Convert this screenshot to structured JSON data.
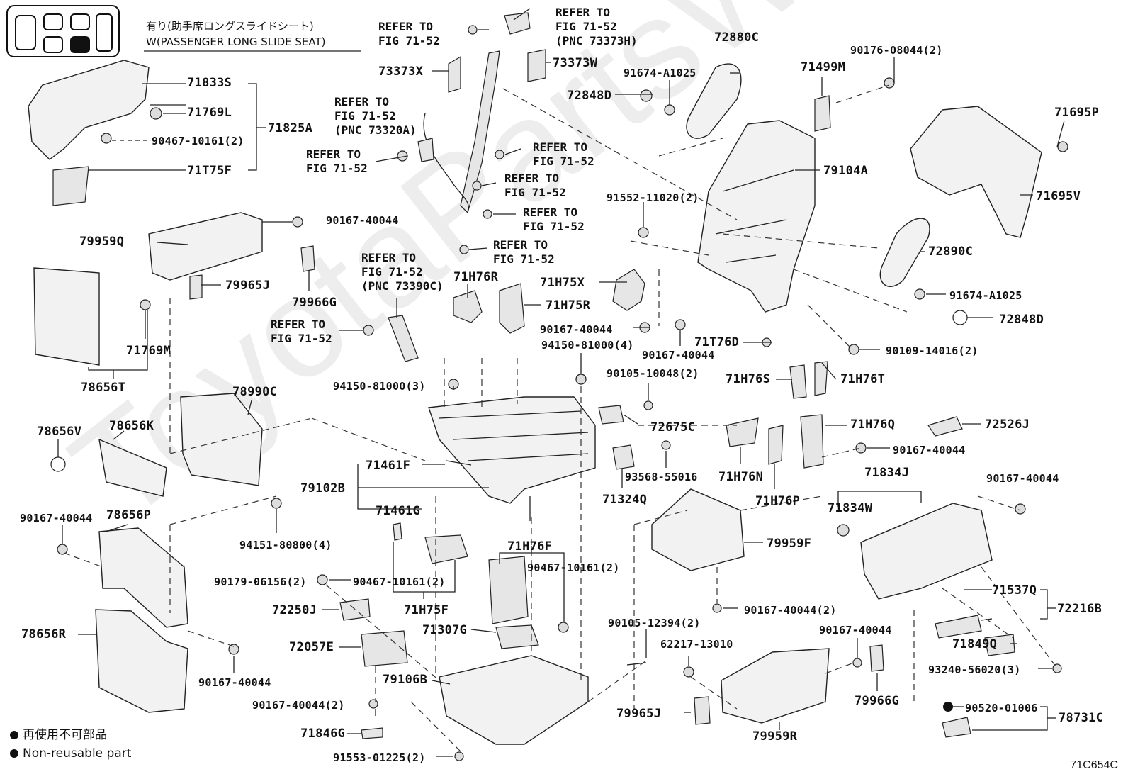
{
  "header": {
    "japanese": "有り(助手席ロングスライドシート)",
    "english": "W(PASSENGER LONG SLIDE SEAT)"
  },
  "refs": {
    "r1": [
      "REFER TO",
      "FIG 71-52"
    ],
    "r2": [
      "REFER TO",
      "FIG 71-52",
      "(PNC 73373H)"
    ],
    "r3": [
      "REFER TO",
      "FIG 71-52",
      "(PNC 73320A)"
    ],
    "r4": [
      "REFER TO",
      "FIG 71-52"
    ],
    "r5": [
      "REFER TO",
      "FIG 71-52"
    ],
    "r6": [
      "REFER TO",
      "FIG 71-52"
    ],
    "r7": [
      "REFER TO",
      "FIG 71-52"
    ],
    "r8": [
      "REFER TO",
      "FIG 71-52"
    ],
    "r9": [
      "REFER TO",
      "FIG 71-52",
      "(PNC 73390C)"
    ],
    "r10": [
      "REFER TO",
      "FIG 71-52"
    ]
  },
  "parts": {
    "p71833S": "71833S",
    "p71769L": "71769L",
    "p71825A": "71825A",
    "p90467a": "90467-10161(2)",
    "p71T75F": "71T75F",
    "p73373X": "73373X",
    "p73373W": "73373W",
    "p72880C": "72880C",
    "p91674a": "91674-A1025",
    "p72848Da": "72848D",
    "p71499M": "71499M",
    "p90176": "90176-08044(2)",
    "p71695P": "71695P",
    "p79104A": "79104A",
    "p71695V": "71695V",
    "p91552": "91552-11020(2)",
    "p90167a": "90167-40044",
    "p79959Q": "79959Q",
    "p79965Ja": "79965J",
    "p79966Ga": "79966G",
    "p72890C": "72890C",
    "p71H76R": "71H76R",
    "p71H75X": "71H75X",
    "p71H75R": "71H75R",
    "p91674b": "91674-A1025",
    "p72848Db": "72848D",
    "p71769M": "71769M",
    "p90167b": "90167-40044",
    "p90167c": "90167-40044",
    "p94150a": "94150-81000(4)",
    "p71T76D": "71T76D",
    "p90109": "90109-14016(2)",
    "p78656T": "78656T",
    "p90105a": "90105-10048(2)",
    "p71H76S": "71H76S",
    "p71H76T": "71H76T",
    "p94150b": "94150-81000(3)",
    "p78990C": "78990C",
    "p78656V": "78656V",
    "p78656K": "78656K",
    "p72675C": "72675C",
    "p71H76Q": "71H76Q",
    "p72526J": "72526J",
    "p90167d": "90167-40044",
    "p71461F": "71461F",
    "p93568": "93568-55016",
    "p71H76N": "71H76N",
    "p71834J": "71834J",
    "p90167e": "90167-40044",
    "p79102B": "79102B",
    "p71324Q": "71324Q",
    "p71H76P": "71H76P",
    "p71834W": "71834W",
    "p71461G": "71461G",
    "p90167f": "90167-40044",
    "p78656P": "78656P",
    "p94151": "94151-80800(4)",
    "p71H76F": "71H76F",
    "p79959F": "79959F",
    "p90179": "90179-06156(2)",
    "p90467b": "90467-10161(2)",
    "p90467c": "90467-10161(2)",
    "p71H75F": "71H75F",
    "p90167g": "90167-40044(2)",
    "p71537Q": "71537Q",
    "p72250J": "72250J",
    "p72216B": "72216B",
    "p71307G": "71307G",
    "p90105b": "90105-12394(2)",
    "p90167h": "90167-40044",
    "p78656R": "78656R",
    "p72057E": "72057E",
    "p62217": "62217-13010",
    "p71849Q": "71849Q",
    "p90167i": "90167-40044",
    "p79106B": "79106B",
    "p93240": "93240-56020(3)",
    "p90167j": "90167-40044(2)",
    "p79965Jb": "79965J",
    "p79966Gb": "79966G",
    "p90520": "90520-01006",
    "p71846G": "71846G",
    "p78731C": "78731C",
    "p79959R": "79959R",
    "p91553": "91553-01225(2)"
  },
  "legend": {
    "japanese": "再使用不可部品",
    "english": "Non-reusable part"
  },
  "figure_code": "71C654C",
  "watermark": "ToyotaPartsWare.ru"
}
